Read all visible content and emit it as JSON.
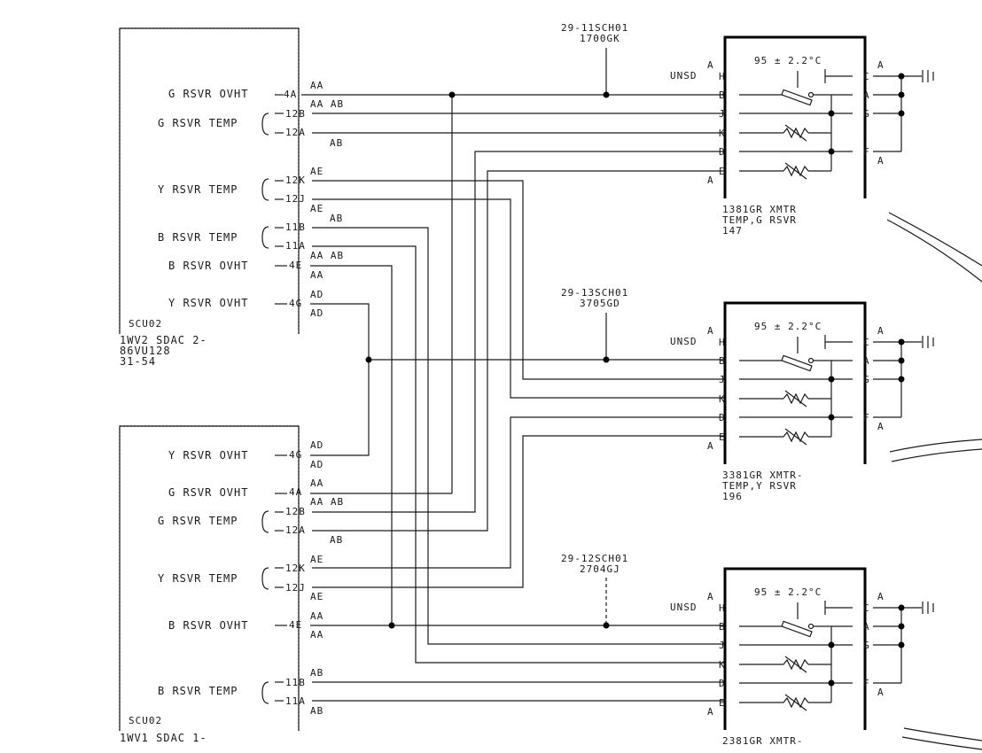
{
  "scu_upper": {
    "name": "SCU02",
    "ref": [
      "1WV2 SDAC 2-",
      "86VU128",
      "31-54"
    ],
    "signals": [
      {
        "label": "G RSVR OVHT",
        "pin": "4A",
        "lead": "AA",
        "tail": ""
      },
      {
        "label": "G RSVR TEMP",
        "pin": "12B",
        "lead": "AA AB",
        "tail": ""
      },
      {
        "label": "",
        "pin": "12A",
        "lead": "",
        "tail": "AB"
      },
      {
        "label": "Y RSVR TEMP",
        "pin": "12K",
        "lead": "AE",
        "tail": ""
      },
      {
        "label": "",
        "pin": "12J",
        "lead": "",
        "tail": "AE"
      },
      {
        "label": "B RSVR TEMP",
        "pin": "11B",
        "lead": "AB",
        "tail": ""
      },
      {
        "label": "",
        "pin": "11A",
        "lead": "AA AB",
        "tail": ""
      },
      {
        "label": "B RSVR OVHT",
        "pin": "4E",
        "lead": "",
        "tail": "AA"
      },
      {
        "label": "Y RSVR OVHT",
        "pin": "4G",
        "lead": "AD",
        "tail": "AD"
      }
    ]
  },
  "scu_lower": {
    "name": "SCU02",
    "ref": [
      "1WV1 SDAC 1-"
    ],
    "signals": [
      {
        "label": "Y RSVR OVHT",
        "pin": "4G",
        "lead": "AD",
        "tail": "AD"
      },
      {
        "label": "G RSVR OVHT",
        "pin": "4A",
        "lead": "AA",
        "tail": ""
      },
      {
        "label": "G RSVR TEMP",
        "pin": "12B",
        "lead": "AA AB",
        "tail": ""
      },
      {
        "label": "",
        "pin": "12A",
        "lead": "",
        "tail": "AB"
      },
      {
        "label": "Y RSVR TEMP",
        "pin": "12K",
        "lead": "AE",
        "tail": ""
      },
      {
        "label": "",
        "pin": "12J",
        "lead": "",
        "tail": "AE"
      },
      {
        "label": "B RSVR OVHT",
        "pin": "4E",
        "lead": "AA",
        "tail": "AA"
      },
      {
        "label": "B RSVR TEMP",
        "pin": "11B",
        "lead": "AB",
        "tail": ""
      },
      {
        "label": "",
        "pin": "11A",
        "lead": "",
        "tail": "AB"
      }
    ]
  },
  "transmitters": [
    {
      "wire_id": "29-11SCH01",
      "wire_sub": "1700GK",
      "name": [
        "1381GR XMTR",
        "TEMP,G RSVR",
        "147"
      ],
      "temp": "95 ± 2.2°C",
      "unsd": "UNSD"
    },
    {
      "wire_id": "29-13SCH01",
      "wire_sub": "3705GD",
      "name": [
        "3381GR XMTR-",
        "TEMP,Y RSVR",
        "196"
      ],
      "temp": "95 ± 2.2°C",
      "unsd": "UNSD"
    },
    {
      "wire_id": "29-12SCH01",
      "wire_sub": "2704GJ",
      "name": [
        "2381GR XMTR-"
      ],
      "temp": "95 ± 2.2°C",
      "unsd": "UNSD"
    }
  ],
  "connector_pins_left": [
    "H",
    "B",
    "J",
    "K",
    "D",
    "E"
  ],
  "connector_pins_right": [
    "C",
    "A",
    "G",
    "F"
  ],
  "terminal_letter": "A",
  "ground_symbol": "ground-icon"
}
